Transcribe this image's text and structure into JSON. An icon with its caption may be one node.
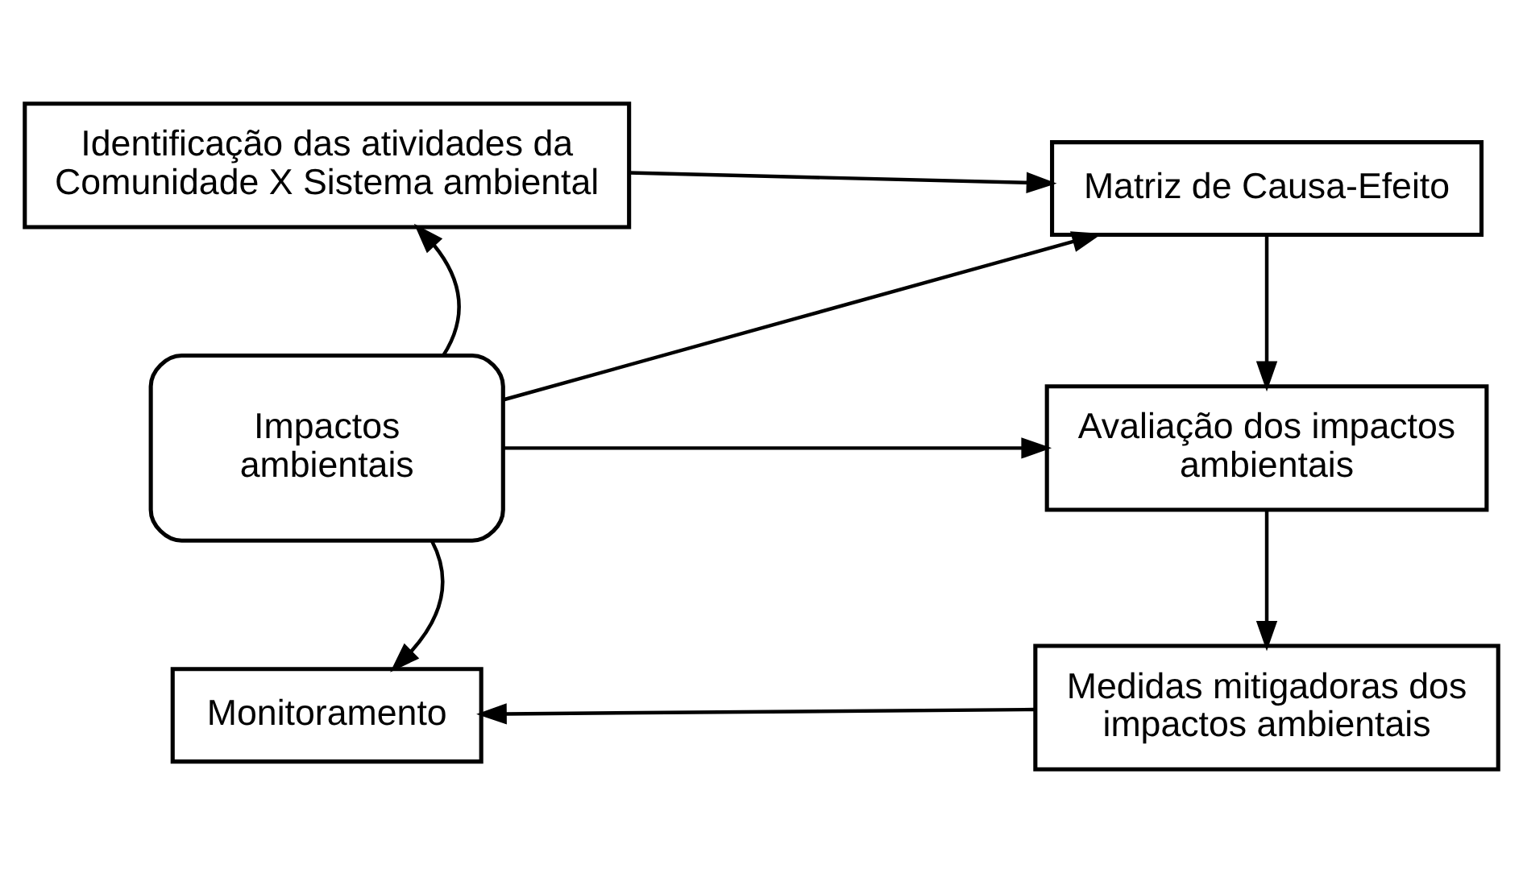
{
  "diagram": {
    "nodes": [
      {
        "text": [
          "Identificação das atividades da Comunidade X Sistema ambiental"
        ]
      },
      {
        "text": [
          "Matriz de Causa-Efeito"
        ]
      },
      {
        "text": [
          "Impactos ambientais"
        ]
      },
      {
        "text": [
          "Avaliação dos impactos ambientais"
        ]
      },
      {
        "text": [
          "Monitoramento"
        ]
      },
      {
        "text": [
          "Medidas mitigadoras dos impactos ambientais"
        ]
      }
    ],
    "edges": [
      {
        "from": 0,
        "to": 1,
        "arrow": "to"
      },
      {
        "from": 2,
        "to": 0,
        "arrow": "to"
      },
      {
        "from": 2,
        "to": 1,
        "arrow": "to"
      },
      {
        "from": 1,
        "to": 3,
        "arrow": "to"
      },
      {
        "from": 2,
        "to": 3,
        "arrow": "to"
      },
      {
        "from": 2,
        "to": 4,
        "arrow": "to"
      },
      {
        "from": 3,
        "to": 5,
        "arrow": "to"
      },
      {
        "from": 5,
        "to": 4,
        "arrow": "to"
      }
    ]
  }
}
